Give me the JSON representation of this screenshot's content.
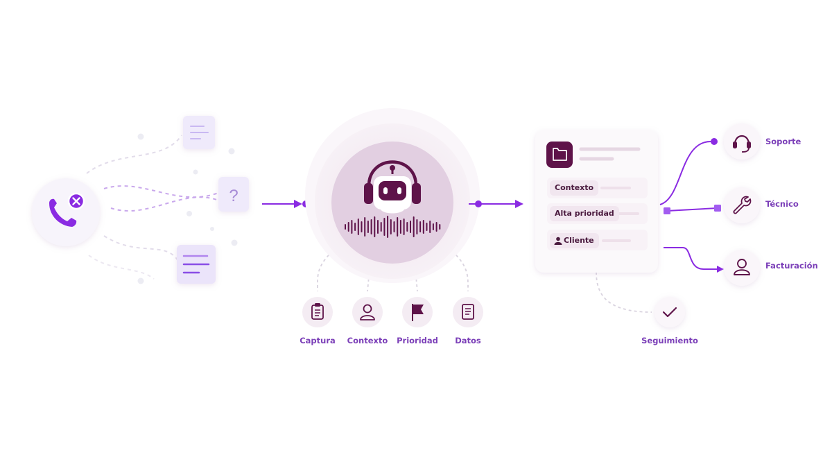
{
  "steps": [
    {
      "label": "Captura",
      "icon": "clipboard-icon"
    },
    {
      "label": "Contexto",
      "icon": "user-icon"
    },
    {
      "label": "Prioridad",
      "icon": "flag-icon"
    },
    {
      "label": "Datos",
      "icon": "document-icon"
    }
  ],
  "card": {
    "icon": "folder-icon",
    "tags": [
      {
        "label": "Contexto"
      },
      {
        "label": "Alta prioridad"
      },
      {
        "label": "Cliente",
        "icon": "user-icon"
      }
    ]
  },
  "routes": [
    {
      "label": "Soporte",
      "icon": "headset-icon"
    },
    {
      "label": "Técnico",
      "icon": "wrench-icon"
    },
    {
      "label": "Facturación",
      "icon": "user-icon"
    }
  ],
  "followup": {
    "label": "Seguimiento",
    "icon": "check-icon"
  },
  "inputs": {
    "question_mark": "?"
  },
  "colors": {
    "accent": "#8a2be2",
    "deep": "#6a1a5e",
    "label": "#7b3fb8",
    "soft": "#f3edf8"
  }
}
